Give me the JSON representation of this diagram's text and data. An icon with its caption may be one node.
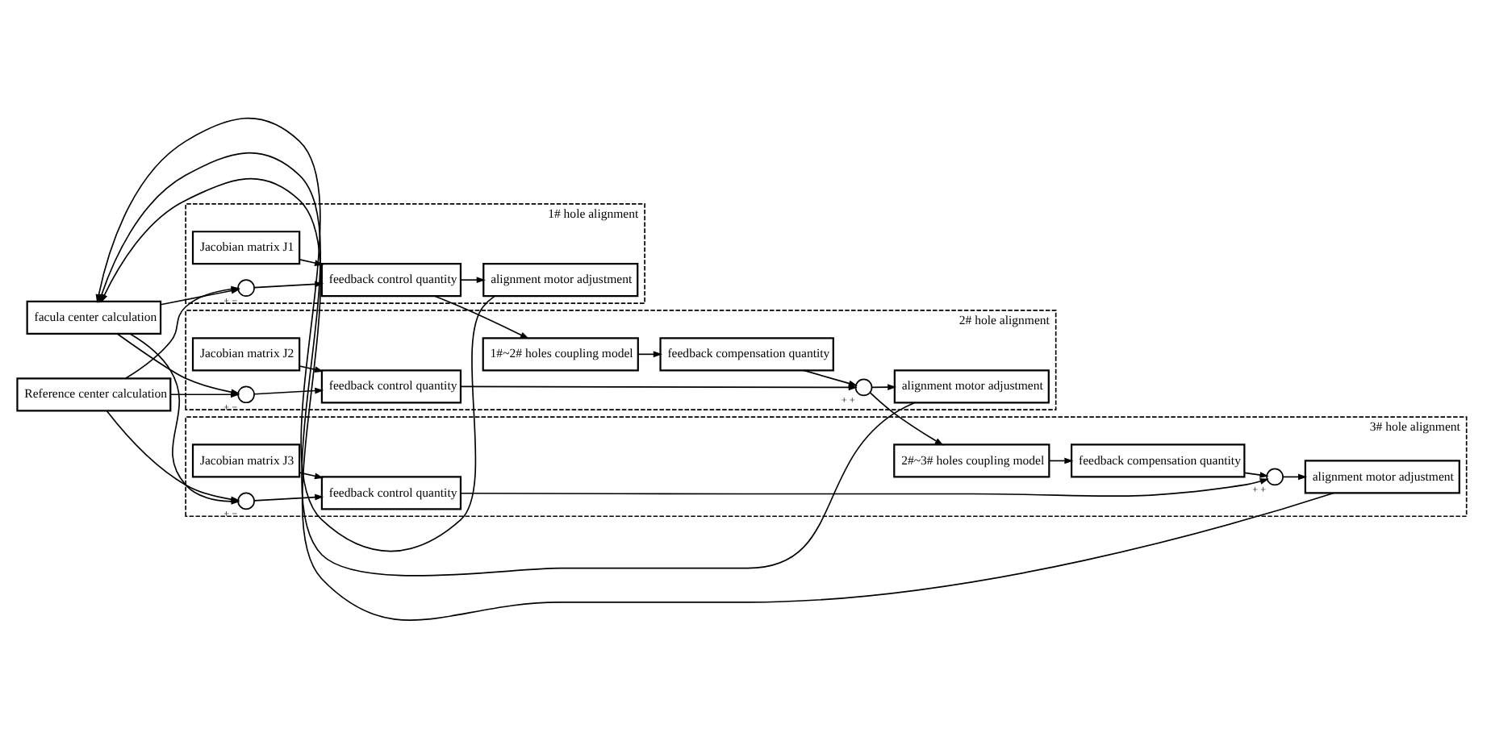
{
  "diagram": {
    "nodes": [
      {
        "text": [
          "1# hole alignment"
        ]
      },
      {
        "text": [
          "Jacobian matrix J1"
        ],
        "in": 0
      },
      {
        "text": [],
        "shape": "circle",
        "in": 0,
        "beside": [
          "+",
          "−"
        ]
      },
      {
        "text": [
          "feedback control quantity"
        ],
        "in": 0
      },
      {
        "text": [
          "alignment motor adjustment"
        ],
        "in": 0
      },
      {
        "text": [
          "2# hole alignment"
        ]
      },
      {
        "text": [
          "1#~2# holes coupling model"
        ],
        "in": 5
      },
      {
        "text": [
          "Jacobian matrix J2"
        ],
        "in": 5
      },
      {
        "text": [
          "feedback compensation quantity"
        ],
        "in": 5
      },
      {
        "text": [],
        "shape": "circle",
        "in": 5,
        "beside": [
          "+",
          "−"
        ]
      },
      {
        "text": [
          "feedback control quantity"
        ],
        "in": 5
      },
      {
        "text": [],
        "shape": "circle",
        "in": 5,
        "beside": [
          "+",
          "+"
        ]
      },
      {
        "text": [
          "alignment motor adjustment"
        ],
        "in": 5
      },
      {
        "text": [
          "3# hole alignment"
        ]
      },
      {
        "text": [
          "2#~3# holes coupling model"
        ],
        "in": 13
      },
      {
        "text": [
          "Jacobian matrix J3"
        ],
        "in": 13
      },
      {
        "text": [
          "feedback compensation quantity"
        ],
        "in": 13
      },
      {
        "text": [],
        "shape": "circle",
        "in": 13,
        "beside": [
          "+",
          "−"
        ]
      },
      {
        "text": [
          "feedback control quantity"
        ],
        "in": 13
      },
      {
        "text": [],
        "shape": "circle",
        "in": 13,
        "beside": [
          "+",
          "+"
        ]
      },
      {
        "text": [
          "alignment motor adjustment"
        ],
        "in": 13
      },
      {
        "text": [
          "Reference center calculation"
        ]
      },
      {
        "text": [
          "facula center calculation"
        ]
      }
    ],
    "edges": [
      {
        "from": 21,
        "to": 2,
        "arrow": "to"
      },
      {
        "from": 1,
        "to": 3,
        "arrow": "to"
      },
      {
        "from": 2,
        "to": 3,
        "arrow": "to"
      },
      {
        "from": 3,
        "to": 4,
        "arrow": "to"
      },
      {
        "from": 3,
        "to": 6,
        "arrow": "to"
      },
      {
        "from": 6,
        "to": 8,
        "arrow": "to"
      },
      {
        "from": 8,
        "to": 11,
        "arrow": "to"
      },
      {
        "from": 21,
        "to": 9,
        "arrow": "to"
      },
      {
        "from": 7,
        "to": 10,
        "arrow": "to"
      },
      {
        "from": 9,
        "to": 10,
        "arrow": "to"
      },
      {
        "from": 10,
        "to": 11,
        "arrow": "to"
      },
      {
        "from": 11,
        "to": 12,
        "arrow": "to"
      },
      {
        "from": 11,
        "to": 14,
        "arrow": "to"
      },
      {
        "from": 14,
        "to": 16,
        "arrow": "to"
      },
      {
        "from": 16,
        "to": 19,
        "arrow": "to"
      },
      {
        "from": 21,
        "to": 17,
        "arrow": "to"
      },
      {
        "from": 15,
        "to": 18,
        "arrow": "to"
      },
      {
        "from": 17,
        "to": 18,
        "arrow": "to"
      },
      {
        "from": 18,
        "to": 19,
        "arrow": "to"
      },
      {
        "from": 19,
        "to": 20,
        "arrow": "to"
      },
      {
        "from": 4,
        "to": 22,
        "arrow": "to"
      },
      {
        "from": 12,
        "to": 22,
        "arrow": "to"
      },
      {
        "from": 20,
        "to": 22,
        "arrow": "to"
      },
      {
        "from": 22,
        "to": 2,
        "arrow": "to"
      },
      {
        "from": 22,
        "to": 9,
        "arrow": "to"
      },
      {
        "from": 22,
        "to": 17,
        "arrow": "to"
      }
    ]
  }
}
